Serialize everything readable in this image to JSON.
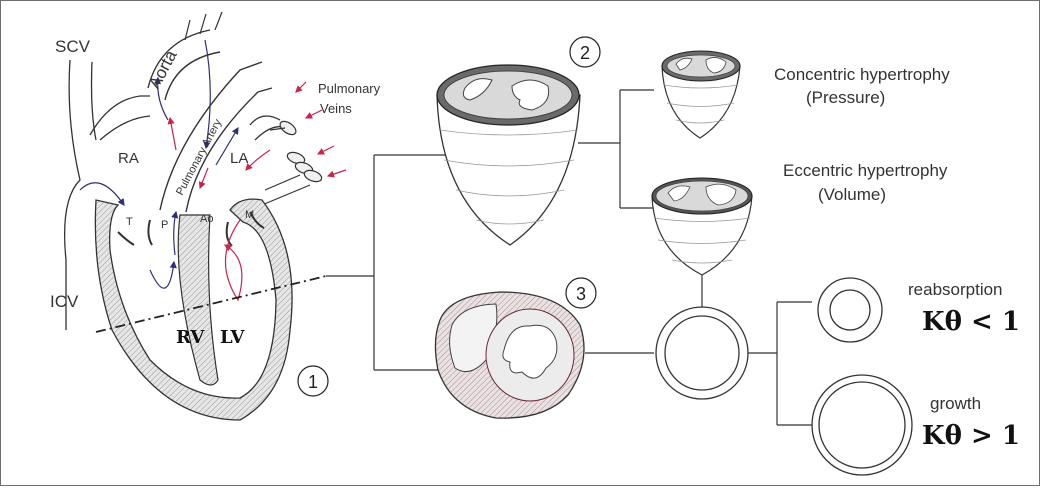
{
  "heart": {
    "scv": "SCV",
    "icv": "ICV",
    "aorta": "Aorta",
    "pulmonary_artery": "Pulmonary Artery",
    "pulmonary_veins_1": "Pulmonary",
    "pulmonary_veins_2": "Veins",
    "ra": "RA",
    "la": "LA",
    "t": "T",
    "p": "P",
    "ao": "Ao",
    "m": "M",
    "rv": "RV",
    "lv": "LV",
    "marker": "1"
  },
  "hypertrophy": {
    "marker": "2",
    "concentric_1": "Concentric hypertrophy",
    "concentric_2": "(Pressure)",
    "eccentric_1": "Eccentric hypertrophy",
    "eccentric_2": "(Volume)"
  },
  "cross_section": {
    "marker": "3",
    "reabsorption_label": "reabsorption",
    "reabsorption_formula": "Kθ < 1",
    "growth_label": "growth",
    "growth_formula": "Kθ > 1"
  },
  "colors": {
    "wall_hatch": "#d9d9d9",
    "vein_arrow": "#c8254a",
    "arterial_arrow": "#2e2e7a",
    "line": "#333333"
  }
}
